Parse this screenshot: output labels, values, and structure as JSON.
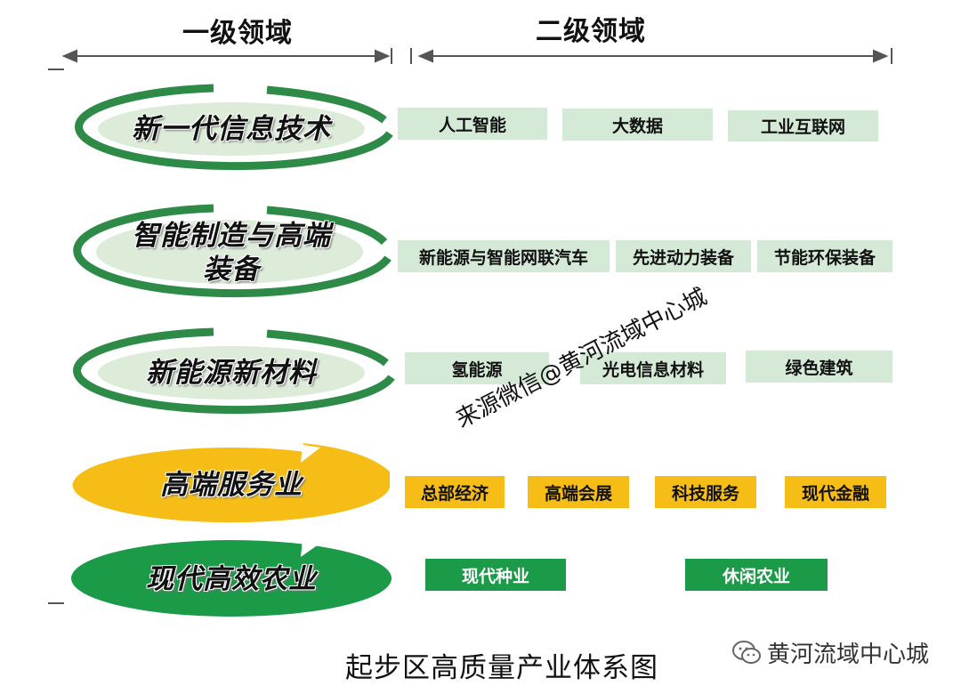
{
  "headers": {
    "level1": "一级领域",
    "level2": "二级领域"
  },
  "categories": [
    {
      "label": "新一代信息技术",
      "style": "ring",
      "subs": [
        "人工智能",
        "大数据",
        "工业互联网"
      ]
    },
    {
      "label": "智能制造与高端装备",
      "line1": "智能制造与高端",
      "line2": "装备",
      "style": "ring",
      "subs": [
        "新能源与智能网联汽车",
        "先进动力装备",
        "节能环保装备"
      ]
    },
    {
      "label": "新能源新材料",
      "style": "ring",
      "subs": [
        "氢能源",
        "光电信息材料",
        "绿色建筑"
      ]
    },
    {
      "label": "高端服务业",
      "style": "gold",
      "subs": [
        "总部经济",
        "高端会展",
        "科技服务",
        "现代金融"
      ]
    },
    {
      "label": "现代高效农业",
      "style": "green",
      "subs": [
        "现代种业",
        "休闲农业"
      ]
    }
  ],
  "watermark_text": "来源微信@黄河流域中心城",
  "footer_title": "起步区高质量产业体系图",
  "footer_brand": "黄河流域中心城",
  "colors": {
    "ring_green": "#2e8b47",
    "ring_fill": "#dcecd9",
    "light_box": "#d5e9d7",
    "gold": "#f6bd16",
    "dark_green": "#1b9a48"
  }
}
